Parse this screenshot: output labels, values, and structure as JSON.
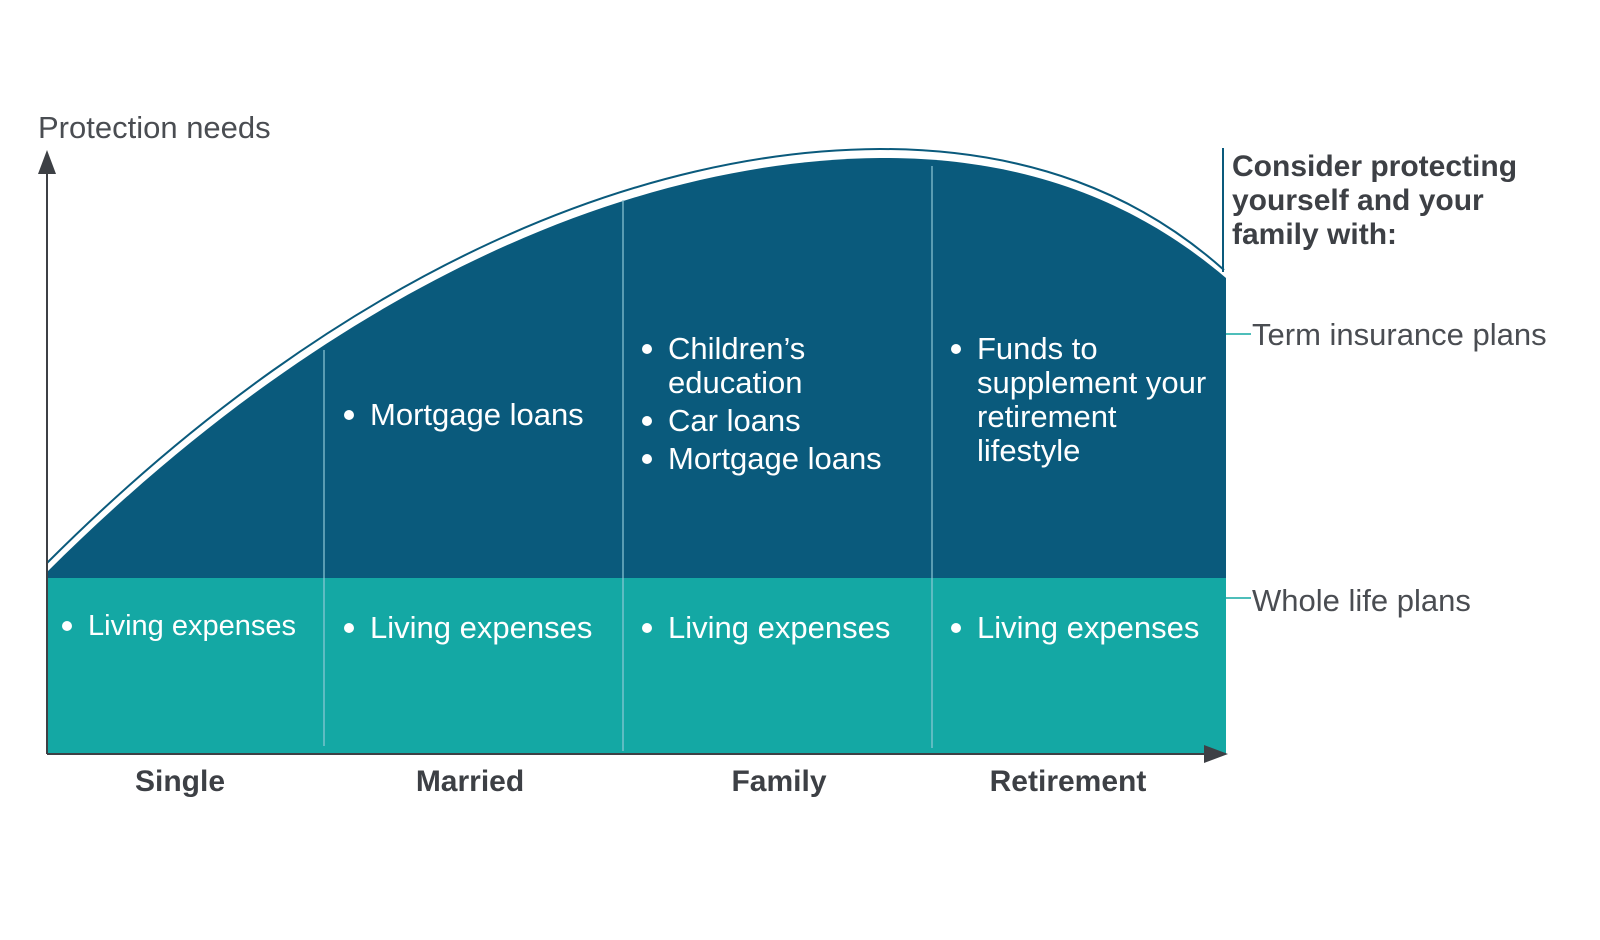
{
  "axis": {
    "y_title": "Protection needs"
  },
  "stages": [
    {
      "name": "Single",
      "top_items": [],
      "bottom_items": [
        "Living expenses"
      ]
    },
    {
      "name": "Married",
      "top_items": [
        "Mortgage loans"
      ],
      "bottom_items": [
        "Living expenses"
      ]
    },
    {
      "name": "Family",
      "top_items": [
        "Children’s education",
        "Car loans",
        "Mortgage loans"
      ],
      "bottom_items": [
        "Living expenses"
      ]
    },
    {
      "name": "Retirement",
      "top_items": [
        "Funds to supplement your retirement lifestyle"
      ],
      "bottom_items": [
        "Living expenses"
      ]
    }
  ],
  "side": {
    "heading": "Consider protecting yourself and your family with:",
    "term_label": "Term insurance plans",
    "whole_label": "Whole life plans"
  },
  "colors": {
    "term_area": "#0a5a7c",
    "whole_area": "#14a8a4",
    "curve_outline": "#0a5a7c",
    "axis": "#3d4045",
    "leader_line": "#14a8a4"
  }
}
